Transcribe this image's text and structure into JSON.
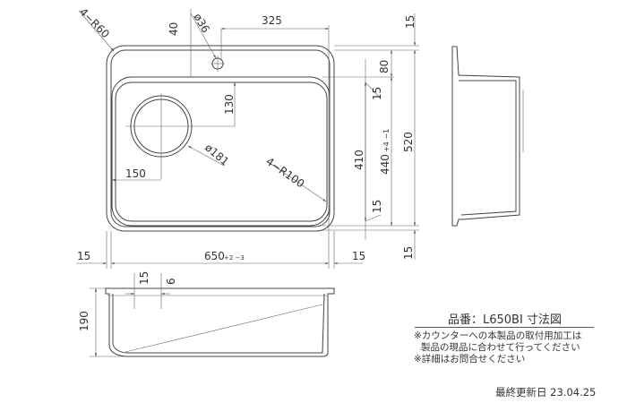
{
  "dimensions": {
    "r60": "4−R60",
    "d40": "40",
    "d36": "ø36",
    "d325": "325",
    "d15_top": "15",
    "d80": "80",
    "d130": "130",
    "d15_upper": "15",
    "d520": "520",
    "d410": "410",
    "d440": "440",
    "d440_tol": "+4 −1",
    "d150": "150",
    "d181": "ø181",
    "r100": "4−R100",
    "d15_lower": "15",
    "d15_left": "15",
    "d650": "650",
    "d650_tol": "+2 −3",
    "d15_right": "15",
    "d15_bottom": "15",
    "d190": "190",
    "d15_flange": "15",
    "d6": "6"
  },
  "info": {
    "title": "品番：L650BI 寸法図",
    "note1": "※カウンターへの本製品の取付用加工は",
    "note2": "製品の現品に合わせて行ってください",
    "note3": "※詳細はお問合せください",
    "date": "最終更新日 23.04.25"
  }
}
